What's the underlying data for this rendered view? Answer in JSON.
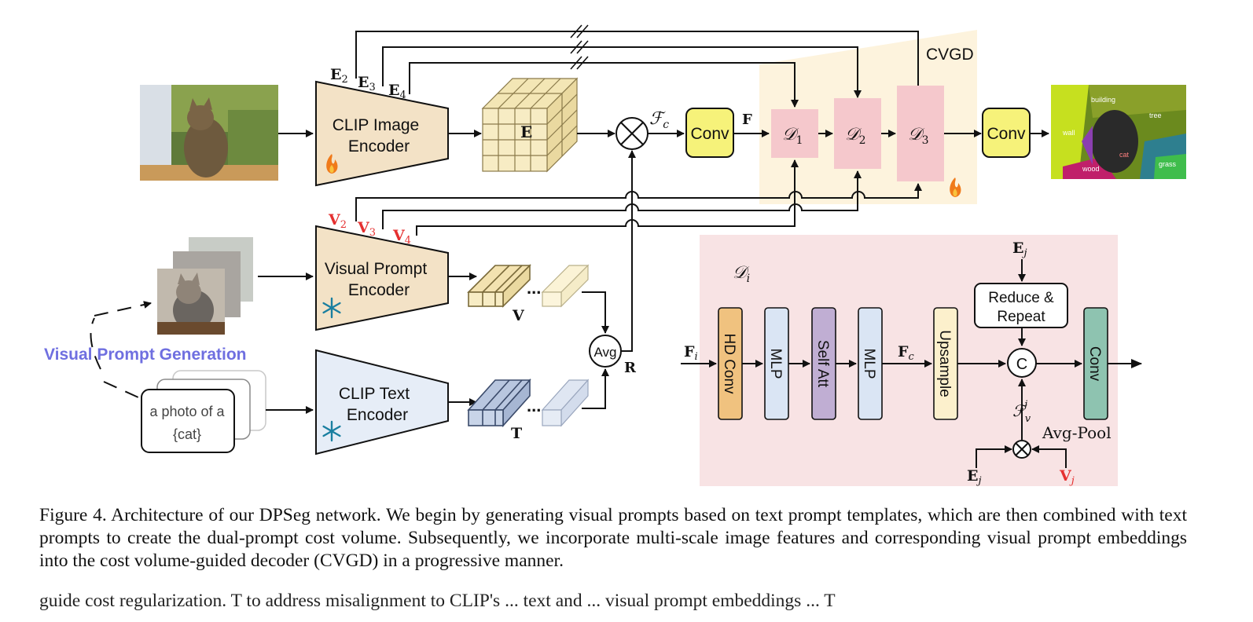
{
  "labels": {
    "enc_image": [
      "CLIP Image",
      "Encoder"
    ],
    "enc_vp": [
      "Visual Prompt",
      "Encoder"
    ],
    "enc_text": [
      "CLIP Text",
      "Encoder"
    ],
    "conv": "Conv",
    "cvgd": "CVGD",
    "avg": "Avg",
    "vpg": "Visual Prompt Generation",
    "text_prompt": [
      "a photo of a",
      "{cat}"
    ],
    "ellipsis": "...",
    "bold": {
      "E": "E",
      "F": "F",
      "V": "V",
      "T": "T",
      "R": "R"
    },
    "Fc": "ℱ",
    "Fc_sub": "c",
    "E_sub": [
      "2",
      "3",
      "4"
    ],
    "V_sub": [
      "2",
      "3",
      "4"
    ],
    "D": "𝒟",
    "D_subs": [
      "1",
      "2",
      "3"
    ],
    "Di_sub": "i",
    "hd_conv": "HD Conv",
    "mlp": "MLP",
    "self_att": "Self Att",
    "upsample": "Upsample",
    "reduce": [
      "Reduce &",
      "Repeat"
    ],
    "C": "C",
    "Fi_sub": "i",
    "Ej": "j",
    "Fvj": [
      "v",
      "j"
    ],
    "avg_pool": "Avg-Pool",
    "seg_labels": [
      "building",
      "tree",
      "wall",
      "cat",
      "wood",
      "grass"
    ]
  },
  "colors": {
    "encoder_tan": "#f3e2c6",
    "encoder_blue": "#e6edf7",
    "conv_yellow": "#f6f27a",
    "decoder_pink": "#f5c8cc",
    "cvgd_bg": "#fdf3dd",
    "detail_bg": "#f8e3e4",
    "hd_conv": "#f0c27f",
    "mlp": "#dae5f4",
    "self_att": "#c0aed3",
    "upsample": "#fcf0cc",
    "final_conv": "#8ec3b0",
    "accent_red": "#e53030",
    "accent_purple": "#6f6fe0"
  },
  "caption": "Figure 4.  Architecture of our DPSeg network.  We begin by generating visual prompts based on text prompt templates, which are then combined with text prompts to create the dual-prompt cost volume. Subsequently, we incorporate multi-scale image features and corresponding visual prompt embeddings into the cost volume-guided decoder (CVGD) in a progressive manner.",
  "next_line": "guide cost regularization. T to address misalignment to CLIP's ... text and ... visual prompt embeddings ... T"
}
